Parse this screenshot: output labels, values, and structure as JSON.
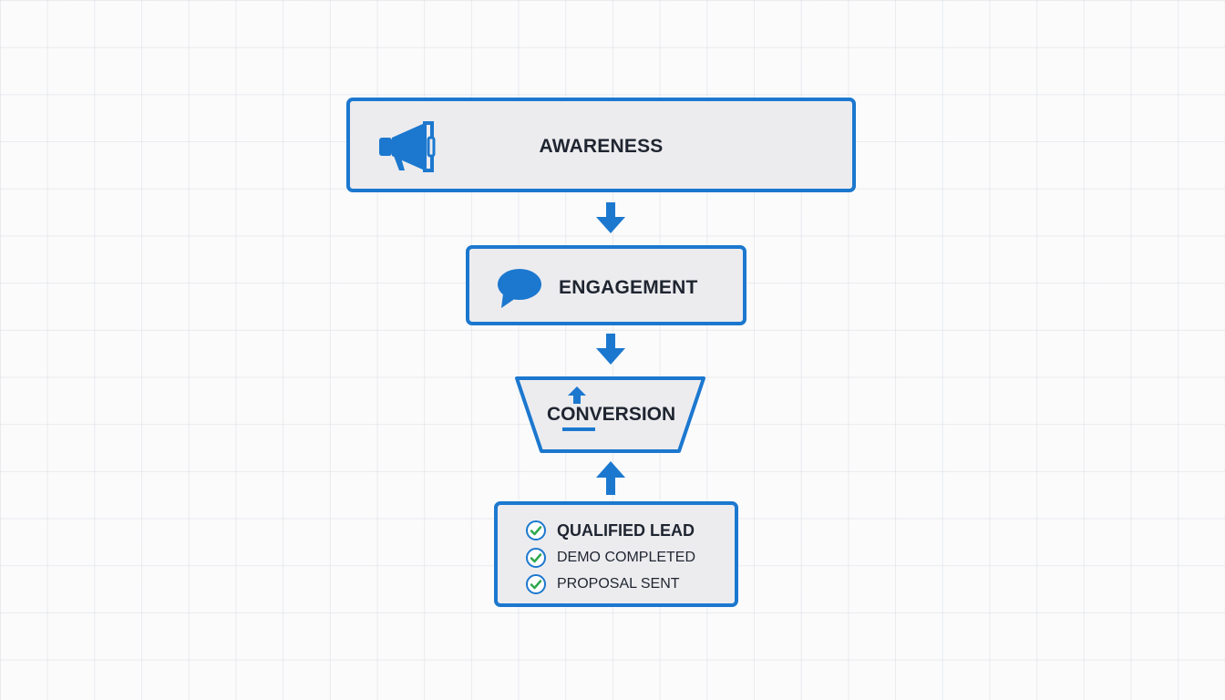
{
  "stages": [
    {
      "label": "AWARENESS",
      "icon": "megaphone-icon"
    },
    {
      "label": "ENGAGEMENT",
      "icon": "speech-bubble-icon"
    },
    {
      "label": "CONVERSION",
      "icon": "upload-arrow-icon"
    }
  ],
  "checklist": [
    {
      "label": "QUALIFIED LEAD",
      "icon": "check-circle-icon"
    },
    {
      "label": "DEMO COMPLETED",
      "icon": "check-circle-icon"
    },
    {
      "label": "PROPOSAL SENT",
      "icon": "check-circle-icon"
    }
  ],
  "connectors": [
    {
      "icon": "arrow-down-icon"
    },
    {
      "icon": "arrow-down-icon"
    },
    {
      "icon": "arrow-up-icon"
    }
  ],
  "colors": {
    "accent": "#1c78cf",
    "box_fill": "#ececef",
    "text": "#1f2530",
    "check_green": "#2fa84f"
  }
}
